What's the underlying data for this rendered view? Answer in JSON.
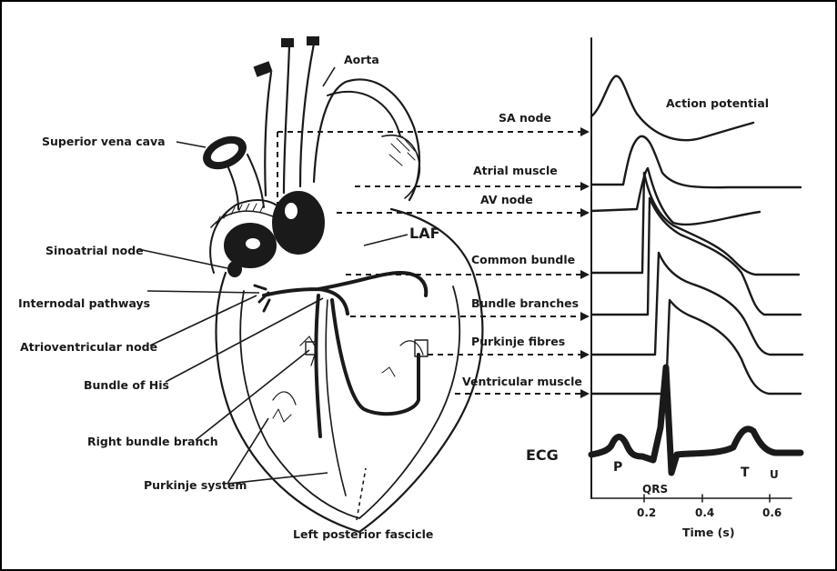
{
  "title": "",
  "heart_labels": {
    "aorta": "Aorta",
    "superior_vena_cava": "Superior vena cava",
    "sinoatrial_node": "Sinoatrial node",
    "internodal_pathways": "Internodal pathways",
    "atrioventricular_node": "Atrioventricular node",
    "bundle_of_his": "Bundle of His",
    "right_bundle_branch": "Right bundle branch",
    "purkinje_system": "Purkinje system",
    "left_posterior_fascicle": "Left posterior fascicle",
    "laf": "LAF"
  },
  "potential_labels": {
    "action_potential": "Action potential",
    "sa_node": "SA node",
    "atrial_muscle": "Atrial muscle",
    "av_node": "AV node",
    "common_bundle": "Common bundle",
    "bundle_branches": "Bundle branches",
    "purkinje_fibres": "Purkinje fibres",
    "ventricular_muscle": "Ventricular muscle"
  },
  "ecg": {
    "label": "ECG",
    "p": "P",
    "qrs": "QRS",
    "t": "T",
    "u": "U"
  },
  "axis": {
    "ticks": [
      "0.2",
      "0.4",
      "0.6"
    ],
    "xlabel": "Time (s)"
  },
  "colors": {
    "ink": "#1a1a1a",
    "background": "#ffffff"
  }
}
